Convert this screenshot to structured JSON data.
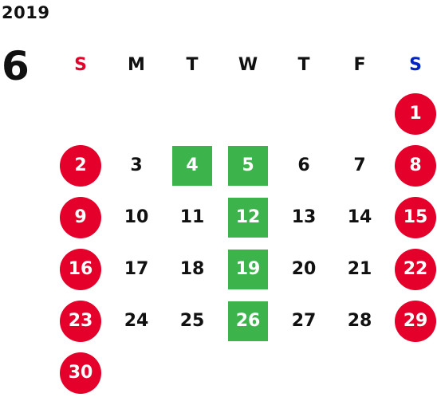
{
  "calendar": {
    "year": "2019",
    "month": "6",
    "weekdays": [
      {
        "label": "S",
        "color": "#e4002b"
      },
      {
        "label": "M",
        "color": "#111111"
      },
      {
        "label": "T",
        "color": "#111111"
      },
      {
        "label": "W",
        "color": "#111111"
      },
      {
        "label": "T",
        "color": "#111111"
      },
      {
        "label": "F",
        "color": "#111111"
      },
      {
        "label": "S",
        "color": "#0023c8"
      }
    ],
    "colors": {
      "holiday_red": "#e4002b",
      "highlight_green": "#3cb44b",
      "text": "#111111"
    },
    "weeks": [
      [
        null,
        null,
        null,
        null,
        null,
        null,
        {
          "day": "1",
          "style": "red-circle"
        }
      ],
      [
        {
          "day": "2",
          "style": "red-circle"
        },
        {
          "day": "3",
          "style": "plain"
        },
        {
          "day": "4",
          "style": "green-square"
        },
        {
          "day": "5",
          "style": "green-square"
        },
        {
          "day": "6",
          "style": "plain"
        },
        {
          "day": "7",
          "style": "plain"
        },
        {
          "day": "8",
          "style": "red-circle"
        }
      ],
      [
        {
          "day": "9",
          "style": "red-circle"
        },
        {
          "day": "10",
          "style": "plain"
        },
        {
          "day": "11",
          "style": "plain"
        },
        {
          "day": "12",
          "style": "green-square"
        },
        {
          "day": "13",
          "style": "plain"
        },
        {
          "day": "14",
          "style": "plain"
        },
        {
          "day": "15",
          "style": "red-circle"
        }
      ],
      [
        {
          "day": "16",
          "style": "red-circle"
        },
        {
          "day": "17",
          "style": "plain"
        },
        {
          "day": "18",
          "style": "plain"
        },
        {
          "day": "19",
          "style": "green-square"
        },
        {
          "day": "20",
          "style": "plain"
        },
        {
          "day": "21",
          "style": "plain"
        },
        {
          "day": "22",
          "style": "red-circle"
        }
      ],
      [
        {
          "day": "23",
          "style": "red-circle"
        },
        {
          "day": "24",
          "style": "plain"
        },
        {
          "day": "25",
          "style": "plain"
        },
        {
          "day": "26",
          "style": "green-square"
        },
        {
          "day": "27",
          "style": "plain"
        },
        {
          "day": "28",
          "style": "plain"
        },
        {
          "day": "29",
          "style": "red-circle"
        }
      ],
      [
        {
          "day": "30",
          "style": "red-circle"
        },
        null,
        null,
        null,
        null,
        null,
        null
      ]
    ]
  }
}
